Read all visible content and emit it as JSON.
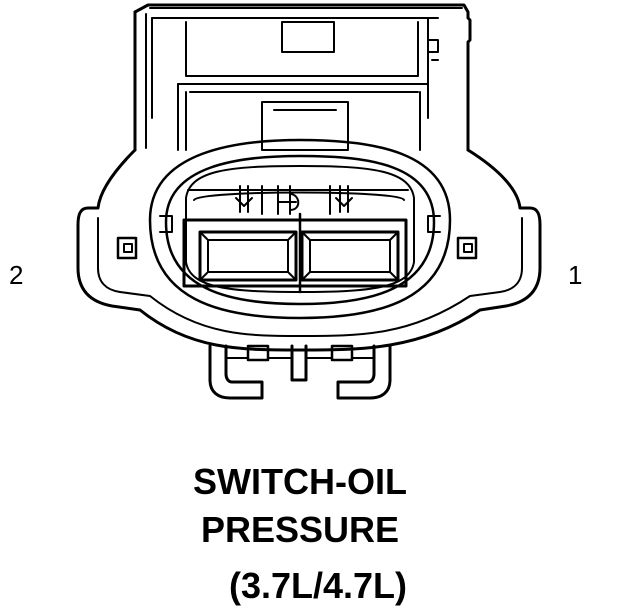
{
  "pins": {
    "left": "2",
    "right": "1"
  },
  "caption": {
    "line1": "SWITCH-OIL",
    "line2": "PRESSURE",
    "line3": "(3.7L/4.7L)"
  },
  "colors": {
    "stroke": "#000000",
    "background": "#ffffff"
  }
}
